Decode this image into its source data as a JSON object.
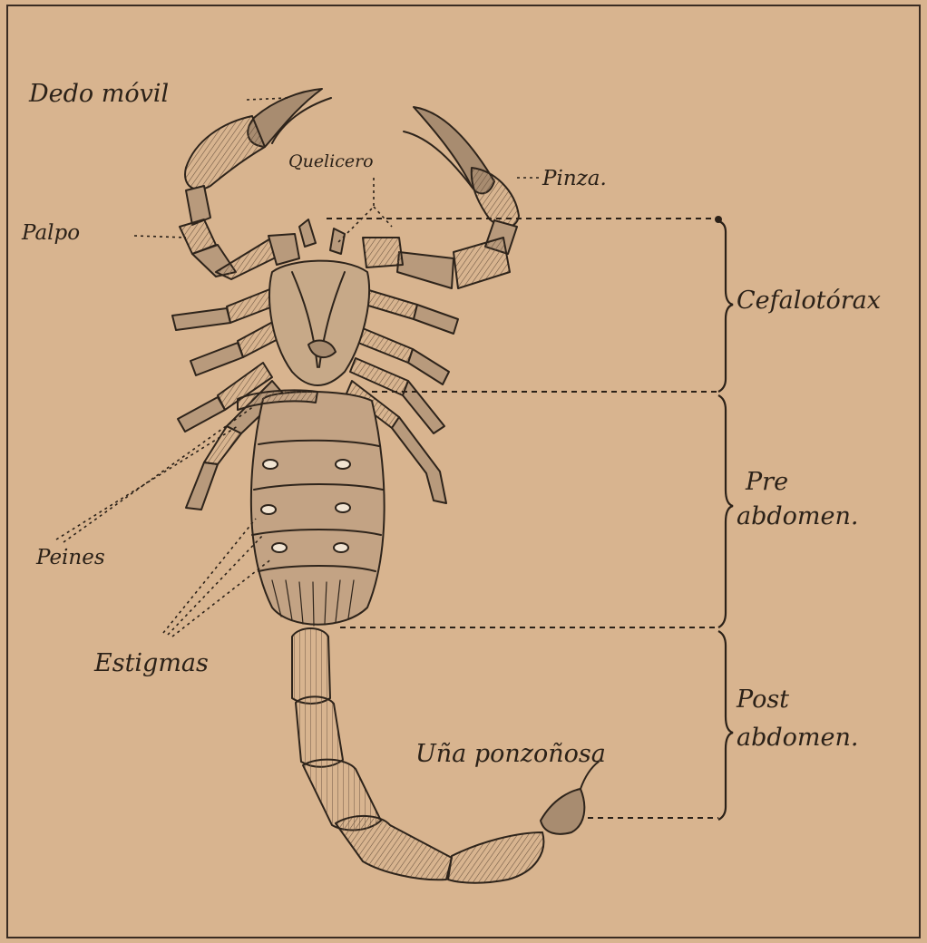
{
  "labels": {
    "dedo_movil": "Dedo móvil",
    "quelicero": "Quelicero",
    "pinza": "Pinza.",
    "palpo": "Palpo",
    "cefalotorax": "Cefalotórax",
    "pre": "Pre",
    "pre_abdomen": "abdomen.",
    "post": "Post",
    "post_abdomen": "abdomen.",
    "una_ponzonosa": "Uña ponzoñosa",
    "peines": "Peines",
    "estigmas": "Estigmas"
  }
}
